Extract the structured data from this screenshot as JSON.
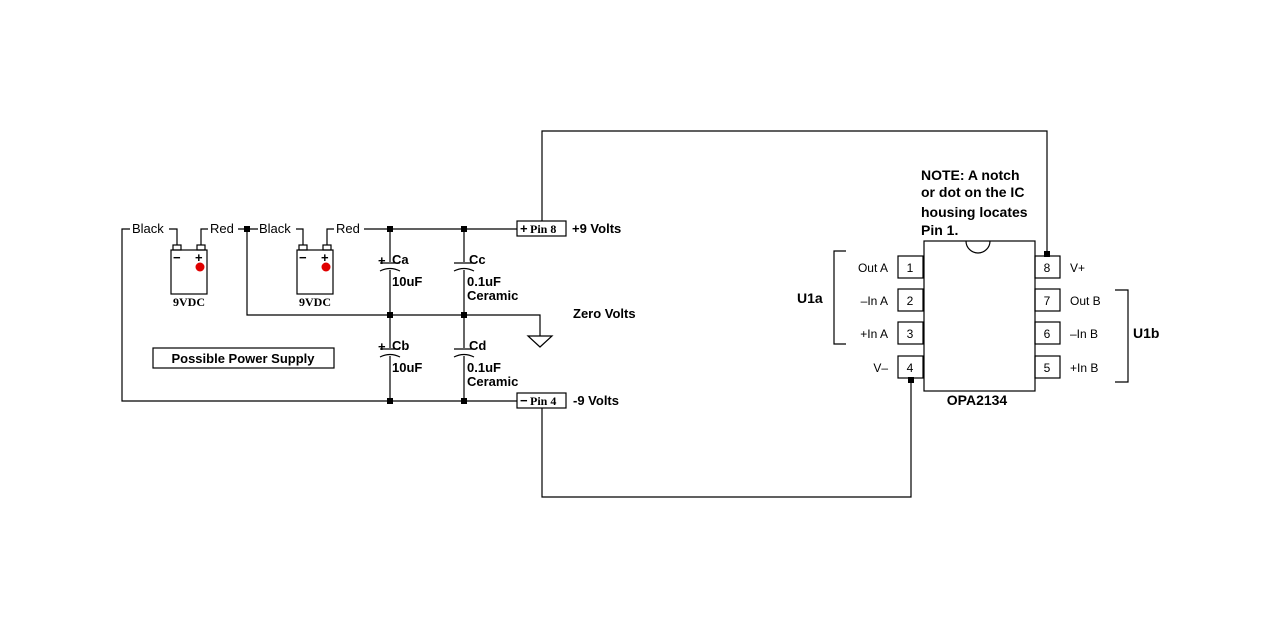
{
  "batteries": {
    "left": {
      "neg_lead": "Black",
      "pos_lead": "Red",
      "label": "9VDC",
      "neg_sign": "−",
      "pos_sign": "+"
    },
    "right": {
      "neg_lead": "Black",
      "pos_lead": "Red",
      "label": "9VDC",
      "neg_sign": "−",
      "pos_sign": "+"
    }
  },
  "caption": "Possible Power Supply",
  "capacitors": {
    "ca": {
      "name": "Ca",
      "value": "10uF",
      "polarity": "+"
    },
    "cb": {
      "name": "Cb",
      "value": "10uF",
      "polarity": "+"
    },
    "cc": {
      "name": "Cc",
      "value": "0.1uF",
      "type": "Ceramic"
    },
    "cd": {
      "name": "Cd",
      "value": "0.1uF",
      "type": "Ceramic"
    }
  },
  "rails": {
    "pos_pin": "Pin 8",
    "pos_sign": "+",
    "pos_label": "+9 Volts",
    "neg_pin": "Pin 4",
    "neg_sign": "−",
    "neg_label": "-9 Volts",
    "ground_label": "Zero Volts"
  },
  "ic": {
    "part": "OPA2134",
    "note": [
      "NOTE: A notch",
      "or dot on the IC",
      "housing locates",
      "Pin 1."
    ],
    "group_a": "U1a",
    "group_b": "U1b",
    "left_pins": [
      {
        "num": "1",
        "name": "Out A"
      },
      {
        "num": "2",
        "name": "–In A"
      },
      {
        "num": "3",
        "name": "+In A"
      },
      {
        "num": "4",
        "name": "V–"
      }
    ],
    "right_pins": [
      {
        "num": "8",
        "name": "V+"
      },
      {
        "num": "7",
        "name": "Out B"
      },
      {
        "num": "6",
        "name": "–In B"
      },
      {
        "num": "5",
        "name": "+In B"
      }
    ]
  },
  "colors": {
    "wire": "#000000",
    "battery_terminal": "#e00000",
    "background": "#ffffff"
  }
}
